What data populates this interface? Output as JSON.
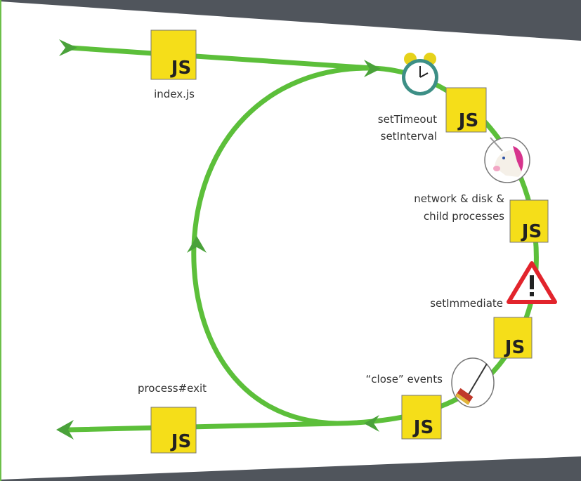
{
  "slide": {
    "js_badge": "JS",
    "labels": {
      "index": "index.js",
      "timers_1": "setTimeout",
      "timers_2": "setInterval",
      "io_1": "network & disk &",
      "io_2": "child processes",
      "immediate": "setImmediate",
      "close": "“close” events",
      "exit": "process#exit"
    },
    "colors": {
      "line": "#5cbf3a",
      "arrow": "#4aa23a",
      "badge": "#f5de19",
      "frame": "#50555c"
    },
    "icons": [
      "alarm-clock-icon",
      "unicorn-icon",
      "warning-icon",
      "broom-icon"
    ]
  }
}
